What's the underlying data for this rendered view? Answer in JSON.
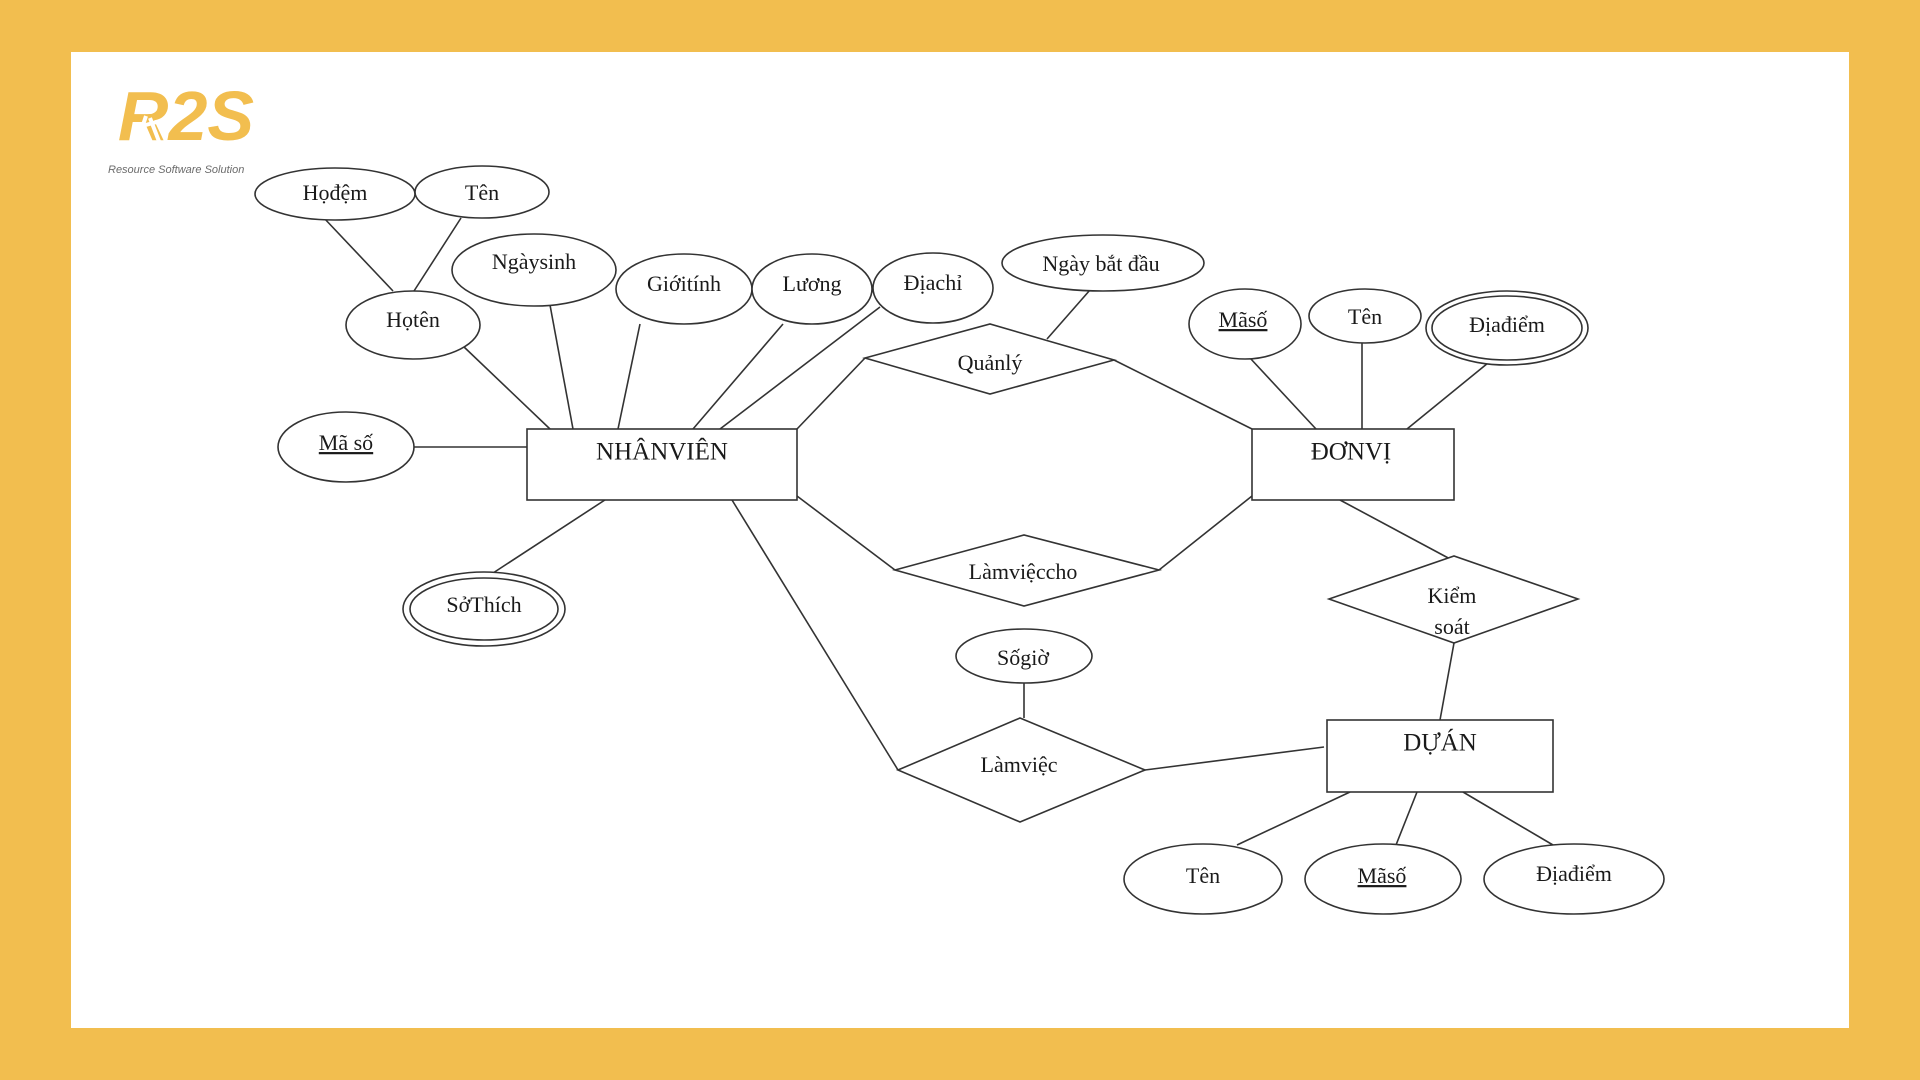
{
  "logo": {
    "brand": "R2S",
    "tagline": "Resource Software Solution"
  },
  "colors": {
    "background": "#F2BE4F",
    "canvas": "#FFFFFF",
    "logo": "#F2BE4F",
    "stroke": "#333333"
  },
  "entities": {
    "nhanvien": "NHÂNVIÊN",
    "donvi": "ĐƠNVỊ",
    "duan": "DỰÁN"
  },
  "relationships": {
    "quanly": "Quảnlý",
    "lamviec_cho": "Làmviệccho",
    "kiem_soat": [
      "Kiểm",
      "soát"
    ],
    "lamviec": "Làmviệc"
  },
  "attributes": {
    "nhanvien": {
      "hodem": "Họđệm",
      "ten": "Tên",
      "hoten": "Họtên",
      "ngaysinh": "Ngàysinh",
      "gioitinh": "Giớitính",
      "luong": "Lương",
      "diachi": "Địachỉ",
      "maso": "Mã số",
      "sothich": "SởThích"
    },
    "quanly": {
      "ngay_bat_dau": "Ngày bắt đầu"
    },
    "donvi": {
      "maso": "Mãsố",
      "ten": "Tên",
      "diadiem": "Địađiểm"
    },
    "lamviec": {
      "sogio": "Sốgiờ"
    },
    "duan": {
      "ten": "Tên",
      "maso": "Mãsố",
      "diadiem": "Địađiểm"
    }
  }
}
